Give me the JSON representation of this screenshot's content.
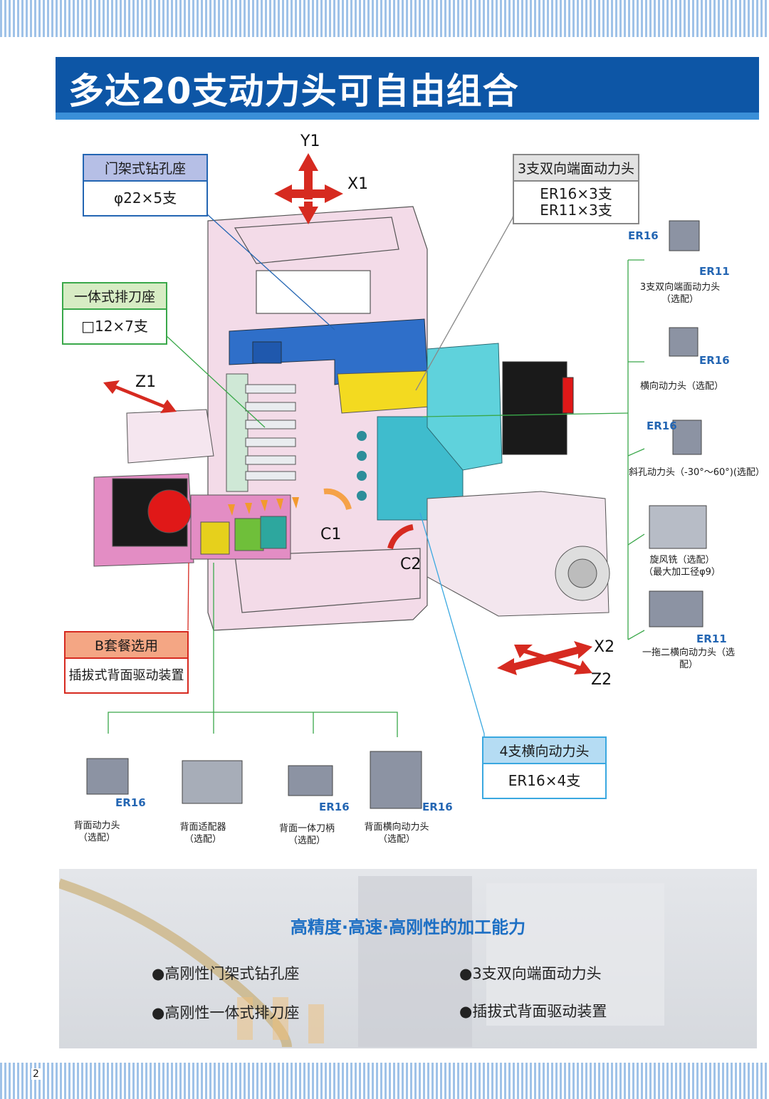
{
  "title": "多达20支动力头可自由组合",
  "page_number": "2",
  "axes": {
    "y1": "Y1",
    "x1": "X1",
    "z1": "Z1",
    "c1": "C1",
    "c2": "C2",
    "x2": "X2",
    "z2": "Z2"
  },
  "callouts": {
    "gantry": {
      "head": "门架式钻孔座",
      "body": "φ22×5支"
    },
    "gang": {
      "head": "一体式排刀座",
      "body": "□12×7支"
    },
    "face3": {
      "head": "3支双向端面动力头",
      "body1": "ER16×3支",
      "body2": "ER11×3支"
    },
    "package_b": {
      "head": "B套餐选用",
      "body": "插拔式背面驱动装置"
    },
    "cross4": {
      "head": "4支横向动力头",
      "body": "ER16×4支"
    }
  },
  "right_options": [
    {
      "er": "ER16",
      "er2": "ER11",
      "label": "3支双向端面动力头",
      "sub": "（选配）"
    },
    {
      "er": "ER16",
      "label": "横向动力头（选配）"
    },
    {
      "er": "ER16",
      "label": "斜孔动力头（-30°～60°)(选配）"
    },
    {
      "label": "旋风铣（选配）",
      "sub": "（最大加工径φ9）"
    },
    {
      "er": "ER11",
      "label": "一拖二横向动力头（选配）"
    }
  ],
  "bottom_options": [
    {
      "er": "ER16",
      "label": "背面动力头",
      "sub": "（选配）"
    },
    {
      "label": "背面适配器",
      "sub": "（选配）"
    },
    {
      "er": "ER16",
      "label": "背面一体刀柄",
      "sub": "（选配）"
    },
    {
      "er": "ER16",
      "label": "背面横向动力头",
      "sub": "（选配）"
    }
  ],
  "panel": {
    "title": "高精度·高速·高刚性的加工能力",
    "bullets": [
      "●高刚性门架式钻孔座",
      "●3支双向端面动力头",
      "●高刚性一体式排刀座",
      "●插拔式背面驱动装置"
    ]
  }
}
